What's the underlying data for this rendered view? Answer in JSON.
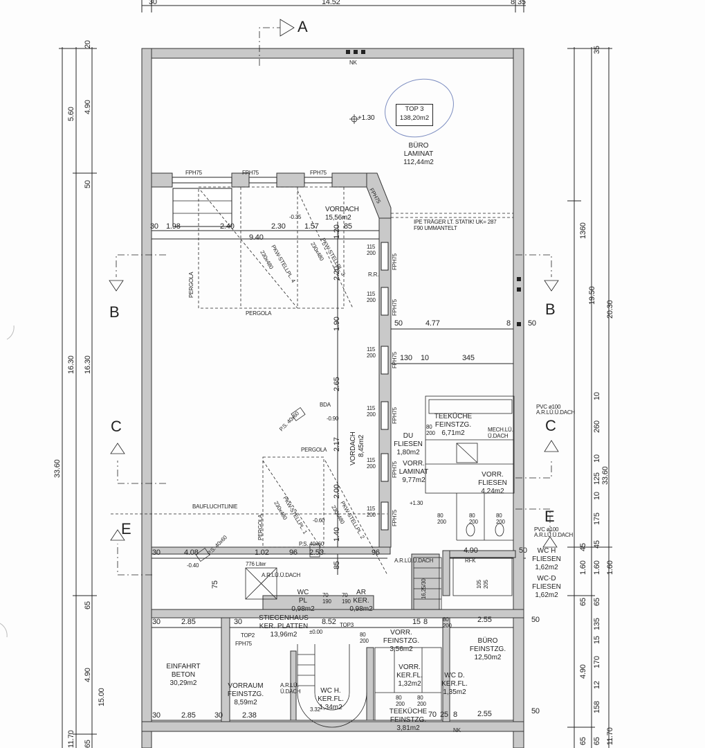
{
  "sections": {
    "a": "A",
    "b": "B",
    "c": "C",
    "e": "E"
  },
  "top_dims": {
    "left": "30",
    "main": "14.52",
    "right_a": "8",
    "right_b": "35"
  },
  "left_dims": {
    "total": "33.60",
    "upper": "16.30",
    "upper_inner": "16.30",
    "top_a": "5.60",
    "top_b": "4.90",
    "top_c": "20",
    "top_d": "50",
    "lower_a": "65",
    "lower_b": "4.90",
    "lower_c": "15.00",
    "lower_d": "11.70",
    "lower_e": "65",
    "lower_f": "65"
  },
  "right_dims": {
    "total": "33.60",
    "a": "20.30",
    "b": "19.50",
    "c": "1360",
    "d": "35",
    "e": "10",
    "f": "260",
    "g": "10",
    "h": "125",
    "i": "10",
    "j": "175",
    "k": "45",
    "l": "1.60",
    "m": "65",
    "n": "135",
    "o": "15",
    "p": "170",
    "q": "12",
    "r": "158",
    "s": "65",
    "t": "45",
    "u": "1.60",
    "v": "65",
    "w": "4.90",
    "x": "65",
    "y": "1.60",
    "z": "11.70"
  },
  "rooms": {
    "top3": {
      "label": "TOP 3",
      "area": "138,20m2"
    },
    "buero_top": {
      "name": "BÜRO",
      "floor": "LAMINAT",
      "area": "112,44m2"
    },
    "vordach1": {
      "name": "VORDACH",
      "area": "15,56m2"
    },
    "vordach2": {
      "name": "VORDACH",
      "area": "8,45m2"
    },
    "teekueche1": {
      "name": "TEEKÜCHE",
      "floor": "FEINSTZG.",
      "area": "6,71m2"
    },
    "du": {
      "name": "DU",
      "floor": "FLIESEN",
      "area": "1,80m2"
    },
    "vorr_laminat": {
      "name": "VORR.",
      "floor": "LAMINAT",
      "area": "9,77m2"
    },
    "vorr_fliesen": {
      "name": "VORR.",
      "floor": "FLIESEN",
      "area": "4,24m2"
    },
    "wc_h_fl": {
      "name": "WC H",
      "floor": "FLIESEN",
      "area": "1,62m2"
    },
    "wc_d_fl": {
      "name": "WC-D",
      "floor": "FLIESEN",
      "area": "1,62m2"
    },
    "wc_pl": {
      "name": "WC",
      "floor": "PL",
      "area": "0,98m2"
    },
    "ar": {
      "name": "AR",
      "floor": "KER.",
      "area": "0,98m2"
    },
    "stiegenhaus": {
      "name": "STIEGENHAUS",
      "floor": "KER. PLATTEN",
      "area": "13,96m2"
    },
    "vorr_3": {
      "name": "VORR.",
      "floor": "FEINSTZG.",
      "area": "3,56m2"
    },
    "einfahrt": {
      "name": "EINFAHRT",
      "floor": "BETON",
      "area": "30,29m2"
    },
    "vorraum": {
      "name": "VORRAUM",
      "floor": "FEINSTZG.",
      "area": "8,59m2"
    },
    "wc_h_ker": {
      "name": "WC H.",
      "floor": "KER.FL.",
      "area": "1,34m2"
    },
    "vorr_ker": {
      "name": "VORR.",
      "floor": "KER.FL.",
      "area": "1,32m2"
    },
    "wc_d_ker": {
      "name": "WC D.",
      "floor": "KER.FL.",
      "area": "1,35m2"
    },
    "buero_bottom": {
      "name": "BÜRO",
      "floor": "FEINSTZG.",
      "area": "12,50m2"
    },
    "teekueche2": {
      "name": "TEEKÜCHE",
      "floor": "FEINSTZG.",
      "area": "3,81m2"
    }
  },
  "notes": {
    "nk": "NK",
    "level_130": "+1.30",
    "level_130b": "+1.30",
    "level_090": "-0.90",
    "level_060": "-0.60",
    "level_040": "-0.40",
    "level_000": "±0.00",
    "level_035": "-0.35",
    "fph": "FPH75",
    "ipe_1": "IPE TRÄGER LT. STATIK! UK= 287",
    "ipe_2": "F90 UMMANTELT",
    "pkw4": "PKW-STELLPL. 4",
    "pkw3": "PKW-STELLPL. 3",
    "pkw1": "PKW-STELLPL. 1",
    "pkw2": "PKW-STELLPL. 2",
    "pkw_size": "230x480",
    "pergola": "PERGOLA",
    "baufluchtlinie": "BAUFLUCHTLINIE",
    "rr": "R.R.",
    "bda": "BDA",
    "ps": "P.S. 40x60",
    "liter": "776 Liter",
    "arluu": "A.R.LÜ.Ü.DACH",
    "ariu": "A.R.LÜ.",
    "udach": "Ü.DACH",
    "mech_1": "MECH.LÜ.",
    "mech_2": "Ü.DACH",
    "pvc_1": "PVC ø100",
    "pvc_2": "A.R.LÜ.Ü.DACH",
    "rfk": "RFK",
    "top2": "TOP2",
    "top3_arrow": "TOP3",
    "w115": "115",
    "w200": "200",
    "w80": "80",
    "w70": "70",
    "w190": "190",
    "w205": "205",
    "w105": "105",
    "stair": "16,25/30",
    "stair_n": "3.32"
  },
  "dims": {
    "r1_30": "30",
    "r1_198": "1.98",
    "r1_240": "2.40",
    "r1_230": "2.30",
    "r1_157": "1.57",
    "r1_85": "85",
    "r1_940": "9.40",
    "v_120": "1.20",
    "v_220": "2.20",
    "v_190": "1.90",
    "v_265": "2.65",
    "v_217": "2.17",
    "v_200": "2.00",
    "v_140": "1.40",
    "v_85": "85",
    "v_75": "75",
    "r2_50": "50",
    "r2_477": "4.77",
    "r2_8": "8",
    "r2_50b": "50",
    "r3_130": "130",
    "r3_10": "10",
    "r3_345": "345",
    "r4_30": "30",
    "r4_408": "4.08",
    "r4_102": "1.02",
    "r4_96": "96",
    "r4_253": "2.53",
    "r4_96b": "96",
    "r4_490": "4.90",
    "r4_50": "50",
    "r5_30": "30",
    "r5_285": "2.85",
    "r5_30b": "30",
    "r5_852": "8.52",
    "r5_15": "15",
    "r5_8": "8",
    "r5_255": "2.55",
    "r5_50": "50",
    "r6_30": "30",
    "r6_285": "2.85",
    "r6_30b": "30",
    "r6_238": "2.38",
    "r6_70": "70",
    "r6_25": "25",
    "r6_8": "8",
    "r6_255": "2.55",
    "r6_50": "50"
  }
}
